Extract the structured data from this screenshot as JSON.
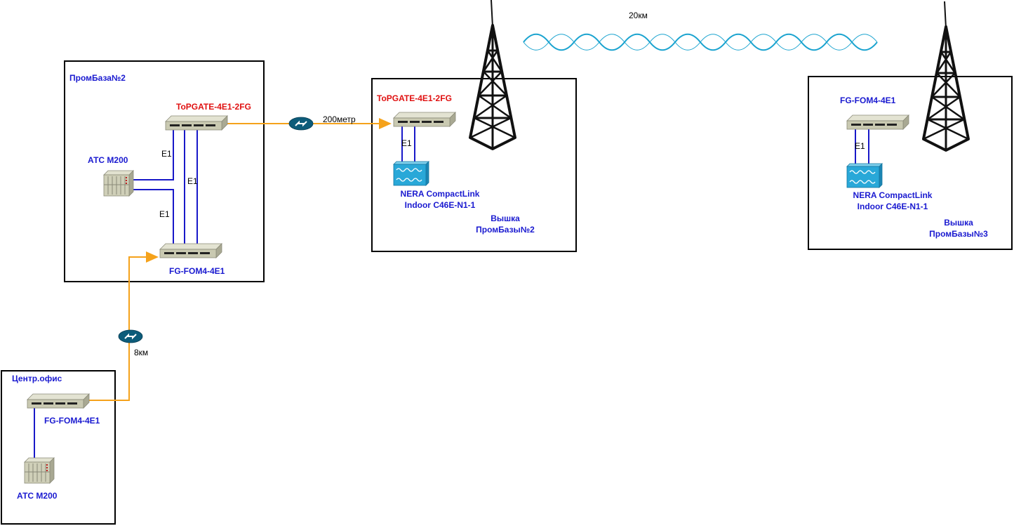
{
  "colors": {
    "frame": "#000000",
    "e1_line": "#1818c8",
    "fiber_line": "#f5a21b",
    "radio_wave": "#1aa3cf",
    "converter": "#0d5c7a",
    "switch_body": "#c9c9b1",
    "nera_body": "#29a8d8",
    "label_blue": "#1a1ad0",
    "label_red": "#e01010"
  },
  "sites": {
    "prombaza2": {
      "title": "ПромБаза№2",
      "topgate_label": "ToPGATE-4E1-2FG",
      "atc_label": "АТС М200",
      "fom_label": "FG-FOM4-4E1",
      "e1_a": "E1",
      "e1_b": "E1",
      "e1_c": "E1"
    },
    "tower2": {
      "topgate_label": "ToPGATE-4E1-2FG",
      "e1": "E1",
      "nera_line1": "NERA CompactLink",
      "nera_line2": "Indoor C46E-N1-1",
      "tower_line1": "Вышка",
      "tower_line2": "ПромБазы№2"
    },
    "tower3": {
      "fom_label": "FG-FOM4-4E1",
      "e1": "E1",
      "nera_line1": "NERA CompactLink",
      "nera_line2": "Indoor C46E-N1-1",
      "tower_line1": "Вышка",
      "tower_line2": "ПромБазы№3"
    },
    "central": {
      "title": "Центр.офис",
      "fom_label": "FG-FOM4-4E1",
      "atc_label": "АТС М200"
    }
  },
  "links": {
    "fiber_short": "200метр",
    "fiber_long": "8км",
    "radio": "20км"
  },
  "icons": {
    "converter": "media-converter-icon",
    "switch": "network-switch-icon",
    "pbx": "pbx-cabinet-icon",
    "radio_unit": "radio-unit-icon",
    "tower": "radio-tower-icon"
  }
}
